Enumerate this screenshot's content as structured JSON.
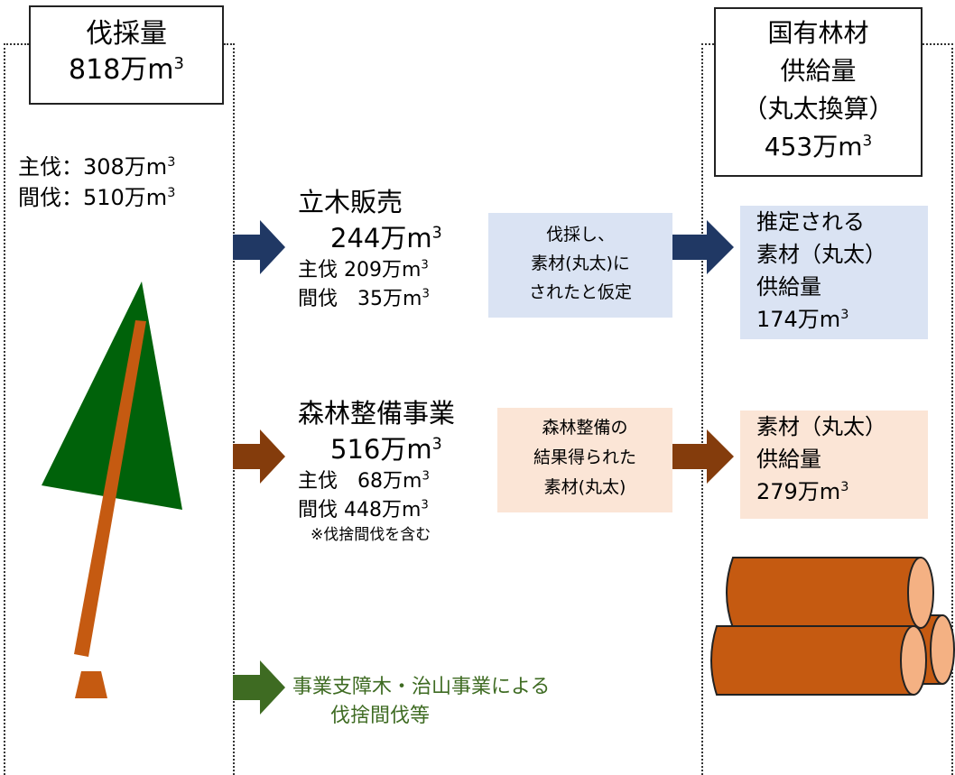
{
  "left_header": {
    "title": "伐採量",
    "amount": "818万m",
    "sup": "3"
  },
  "left_breakdown": [
    {
      "label": "主伐：308万m",
      "sup": "3"
    },
    {
      "label": "間伐：510万m",
      "sup": "3"
    }
  ],
  "right_header": {
    "line1": "国有林材",
    "line2": "供給量",
    "line3": "（丸太換算）",
    "amount": "453万m",
    "sup": "3"
  },
  "standing_sale": {
    "title": "立木販売",
    "amount": "244万m",
    "sup": "3",
    "main": "主伐 209万m",
    "main_sup": "3",
    "thin": "間伐　35万m",
    "thin_sup": "3"
  },
  "blue_note": {
    "line1": "伐採し、",
    "line2": "素材(丸太)に",
    "line3": "されたと仮定"
  },
  "blue_result": {
    "line1": "推定される",
    "line2": "素材（丸太）",
    "line3": "供給量",
    "amount": "174万m",
    "sup": "3"
  },
  "forest_project": {
    "title": "森林整備事業",
    "amount": "516万m",
    "sup": "3",
    "main": "主伐　68万m",
    "main_sup": "3",
    "thin": "間伐 448万m",
    "thin_sup": "3",
    "note": "※伐捨間伐を含む"
  },
  "peach_note": {
    "line1": "森林整備の",
    "line2": "結果得られた",
    "line3": "素材(丸太)"
  },
  "peach_result": {
    "line1": "素材（丸太）",
    "line2": "供給量",
    "amount": "279万m",
    "sup": "3"
  },
  "other": {
    "line1": "事業支障木・治山事業による",
    "line2": "伐捨間伐等"
  },
  "colors": {
    "navy_arrow": "#203864",
    "brown_arrow": "#843c0c",
    "green_arrow": "#3e6b22",
    "tree_green": "#00620a",
    "trunk_orange": "#c55a11",
    "log_orange": "#c55a11",
    "blue_box": "#dae3f3",
    "peach_box": "#fbe5d6"
  }
}
